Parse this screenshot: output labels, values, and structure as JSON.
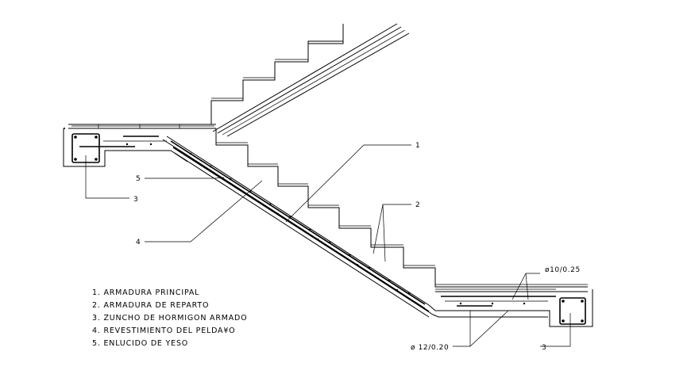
{
  "legend": [
    "1. ARMADURA PRINCIPAL",
    "2. ARMADURA DE REPARTO",
    "3. ZUNCHO DE HORMIGON ARMADO",
    "4. REVESTIMIENTO DEL PELDA¥O",
    "5. ENLUCIDO DE YESO"
  ],
  "callouts": {
    "c1": "1",
    "c2": "2",
    "c3_left": "3",
    "c3_right": "3",
    "c4": "4",
    "c5": "5",
    "rebar_top": "ø10/0.25",
    "rebar_bottom": "ø 12/0.20"
  }
}
